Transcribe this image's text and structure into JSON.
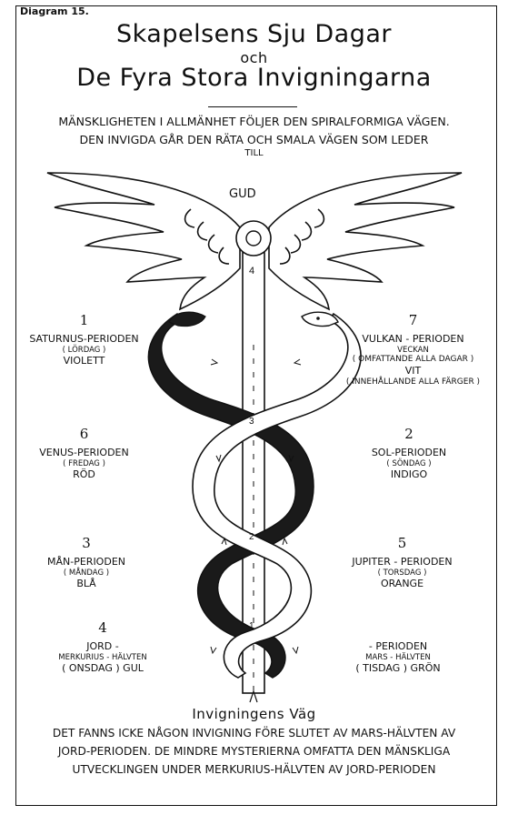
{
  "diagram_number": "Diagram 15.",
  "title_line1": "Skapelsens Sju Dagar",
  "title_line2": "och",
  "title_line3": "De Fyra Stora Invigningarna",
  "intro_line1": "MÄNSKLIGHETEN I ALLMÄNHET FÖLJER DEN SPIRALFORMIGA VÄGEN.",
  "intro_line2": "DEN INVIGDA GÅR DEN RÄTA OCH SMALA VÄGEN SOM LEDER",
  "intro_line3": "TILL",
  "gud_label": "GUD",
  "staff_numbers": [
    "4",
    "3",
    "2",
    "1"
  ],
  "periods": {
    "saturnus": {
      "num": "1",
      "name": "SATURNUS-PERIODEN",
      "day": "( LÖRDAG )",
      "color": "VIOLETT"
    },
    "vulkan": {
      "num": "7",
      "name": "VULKAN - PERIODEN",
      "day": "VECKAN",
      "extra1": "( OMFATTANDE ALLA DAGAR )",
      "color": "VIT",
      "extra2": "( INNEHÅLLANDE ALLA FÄRGER )"
    },
    "venus": {
      "num": "6",
      "name": "VENUS-PERIODEN",
      "day": "( FREDAG )",
      "color": "RÖD"
    },
    "sol": {
      "num": "2",
      "name": "SOL-PERIODEN",
      "day": "( SÖNDAG )",
      "color": "INDIGO"
    },
    "man": {
      "num": "3",
      "name": "MÅN-PERIODEN",
      "day": "( MÅNDAG )",
      "color": "BLÅ"
    },
    "jupiter": {
      "num": "5",
      "name": "JUPITER - PERIODEN",
      "day": "( TORSDAG )",
      "color": "ORANGE"
    },
    "jord": {
      "num": "4",
      "name": "JORD -",
      "half": "MERKURIUS - HÄLVTEN",
      "day_color": "( ONSDAG )  GUL"
    },
    "mars": {
      "name": "-  PERIODEN",
      "half": "MARS - HÄLVTEN",
      "day_color": "( TISDAG )  GRÖN"
    }
  },
  "bottom_title": "Invigningens Väg",
  "footer_line1": "DET FANNS ICKE NÅGON INVIGNING FÖRE SLUTET AV MARS-HÄLVTEN AV",
  "footer_line2": "JORD-PERIODEN.  DE MINDRE MYSTERIERNA OMFATTA DEN MÄNSKLIGA",
  "footer_line3": "UTVECKLINGEN UNDER MERKURIUS-HÄLVTEN AV JORD-PERIODEN"
}
